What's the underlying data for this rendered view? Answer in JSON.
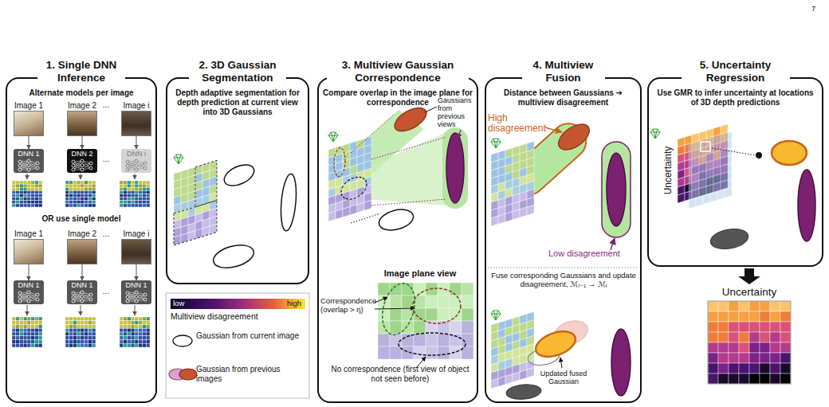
{
  "diagram": {
    "nodes": [
      {
        "text": [
          "1. Single DNN Inference",
          "Alternate models per image",
          "OR use single model"
        ]
      },
      {
        "text": [
          "Image 1"
        ],
        "in": 0
      },
      {
        "text": [
          "Image 2"
        ],
        "in": 0
      },
      {
        "text": [
          "Image i"
        ],
        "in": 0
      },
      {
        "text": [
          "DNN 1"
        ],
        "in": 0
      },
      {
        "text": [
          "DNN 2"
        ],
        "in": 0
      },
      {
        "text": [
          "DNN i"
        ],
        "in": 0
      },
      {
        "text": [
          "Image 1"
        ],
        "in": 0
      },
      {
        "text": [
          "Image 2"
        ],
        "in": 0
      },
      {
        "text": [
          "Image i"
        ],
        "in": 0
      },
      {
        "text": [
          "DNN 1"
        ],
        "in": 0
      },
      {
        "text": [
          "DNN 1"
        ],
        "in": 0
      },
      {
        "text": [
          "DNN 1"
        ],
        "in": 0
      },
      {
        "text": [
          "2. 3D Gaussian Segmentation",
          "Depth adaptive segmentation for depth prediction at current view into 3D Gaussians"
        ]
      },
      {
        "text": [
          "3. Multiview Gaussian Correspondence",
          "Compare overlap in the image plane for correspondence"
        ]
      },
      {
        "text": [
          "4. Multiview Fusion",
          "Distance between Gaussians ➔ multiview disagreement"
        ]
      },
      {
        "text": [
          "5. Uncertainty Regression",
          "Use GMR to infer uncertainty at locations of 3D depth predictions"
        ]
      }
    ],
    "edges": [
      {
        "from": 1,
        "to": 4,
        "arrow": "to"
      },
      {
        "from": 2,
        "to": 5,
        "arrow": "to"
      },
      {
        "from": 3,
        "to": 6,
        "arrow": "to"
      },
      {
        "from": 7,
        "to": 10,
        "arrow": "to"
      },
      {
        "from": 8,
        "to": 11,
        "arrow": "to"
      },
      {
        "from": 9,
        "to": 12,
        "arrow": "to"
      }
    ],
    "labels": [
      "7",
      "...",
      "...",
      "...",
      "...",
      "Gaussians from previous views",
      "Image plane view",
      "Correspondence (overlap > η)",
      "No correspondence (first view of object not seen before)",
      "High disagreement",
      "Low disagreement",
      "Fuse corresponding Gaussians and update disagreement, ℳᵢ₋₁ → ℳᵢ",
      "Updated fused Gaussian",
      "Uncertainty",
      "Uncertainty",
      "low",
      "high"
    ],
    "legend": [
      {
        "text": "Multiview disagreement"
      },
      {
        "text": "Gaussian from current image"
      },
      {
        "text": "Gaussian from previous images"
      }
    ]
  }
}
